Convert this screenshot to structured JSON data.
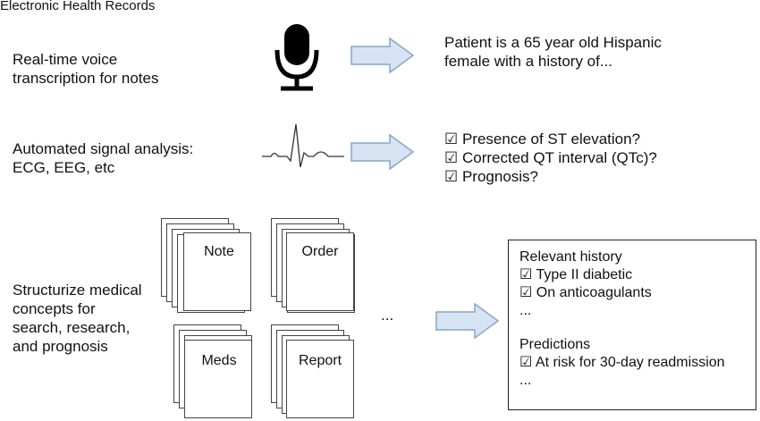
{
  "title": "Electronic Health Records",
  "row1": {
    "label_lines": [
      "Real-time voice",
      "transcription for notes"
    ],
    "output_lines": [
      "Patient is a 65 year old Hispanic",
      "female with a history of..."
    ]
  },
  "row2": {
    "label_lines": [
      "Automated signal analysis:",
      "ECG, EEG, etc"
    ],
    "check_items": [
      "☑ Presence of ST elevation?",
      "☑ Corrected QT interval (QTc)?",
      "☑ Prognosis?"
    ]
  },
  "row3": {
    "label_lines": [
      "Structurize medical",
      "concepts for",
      "search, research,",
      "and prognosis"
    ],
    "doc_labels": [
      "Note",
      "Order",
      "Meds",
      "Report"
    ],
    "ellipsis": "...",
    "box": {
      "section1_title": "Relevant history",
      "section1_items": [
        "☑ Type II diabetic",
        "☑ On anticoagulants",
        "..."
      ],
      "section2_title": "Predictions",
      "section2_items": [
        "☑ At risk for 30-day readmission",
        "..."
      ]
    }
  },
  "icons": [
    "microphone-icon",
    "ecg-waveform-icon",
    "arrow-icon",
    "document-stack-icon"
  ],
  "colors": {
    "arrow_fill": "#d6e3f3",
    "arrow_stroke": "#8aa4c8",
    "text": "#111111"
  }
}
